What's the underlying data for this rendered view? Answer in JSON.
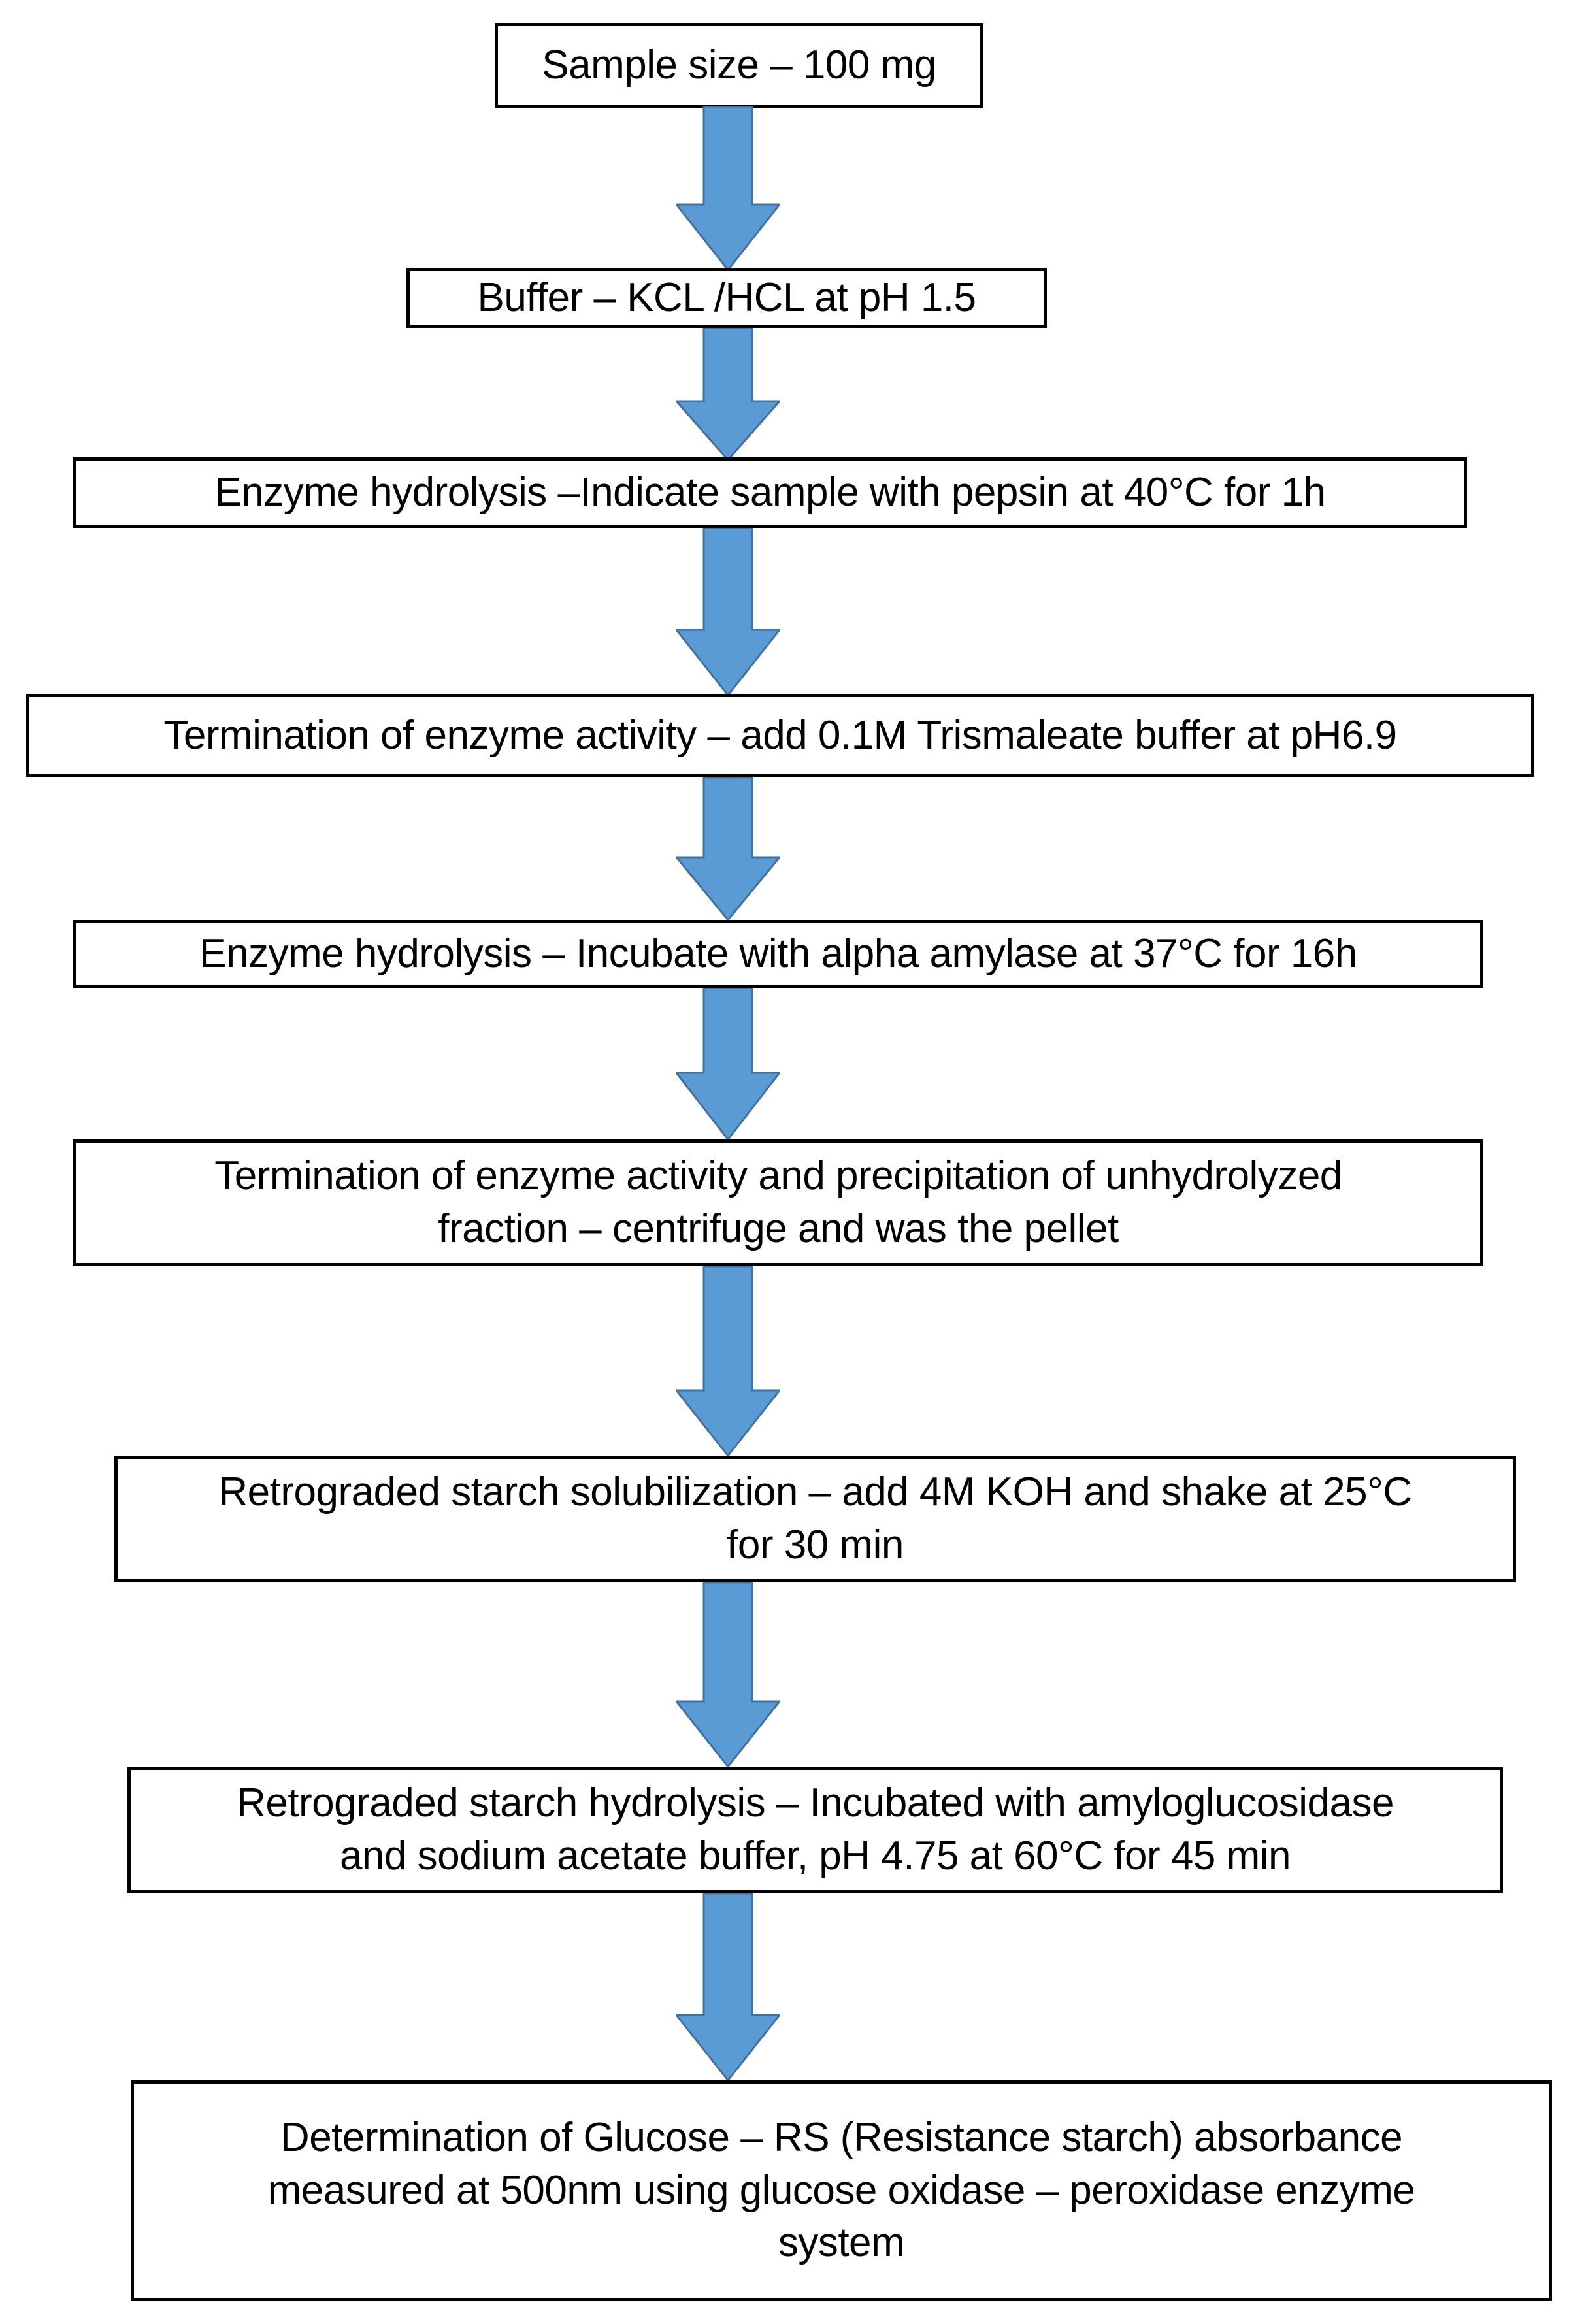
{
  "diagram": {
    "title": "Resistant starch determination procedure flowchart",
    "type": "vertical-flowchart",
    "accent_color": "#5B9BD5",
    "accent_edge_color": "#41719C",
    "box_border_color": "#000000",
    "background_color": "#FFFFFF",
    "text_color": "#000000",
    "steps": [
      {
        "id": "step-1",
        "name": "sample-size",
        "text": "Sample size – 100 mg",
        "lines": 1
      },
      {
        "id": "step-2",
        "name": "buffer",
        "text": "Buffer – KCL /HCL at pH 1.5",
        "lines": 1
      },
      {
        "id": "step-3",
        "name": "enzyme-hydrolysis-pepsin",
        "text": "Enzyme hydrolysis –Indicate sample with pepsin at 40°C for 1h",
        "lines": 1
      },
      {
        "id": "step-4",
        "name": "termination-trismaleate",
        "text": "Termination of enzyme activity – add 0.1M Trismaleate buffer at pH6.9",
        "lines": 1
      },
      {
        "id": "step-5",
        "name": "enzyme-hydrolysis-alpha-amylase",
        "text": "Enzyme hydrolysis – Incubate with alpha amylase at 37°C for 16h",
        "lines": 1
      },
      {
        "id": "step-6",
        "name": "termination-and-precipitation",
        "text": "Termination of enzyme activity and precipitation of unhydrolyzed\nfraction – centrifuge and was the pellet",
        "lines": 2
      },
      {
        "id": "step-7",
        "name": "retrograded-starch-solubilization",
        "text": "Retrograded starch solubilization – add 4M KOH and shake at 25°C\nfor 30 min",
        "lines": 2
      },
      {
        "id": "step-8",
        "name": "retrograded-starch-hydrolysis",
        "text": "Retrograded starch hydrolysis – Incubated with amyloglucosidase\nand sodium acetate buffer, pH 4.75 at 60°C for 45 min",
        "lines": 2
      },
      {
        "id": "step-9",
        "name": "determination-of-glucose",
        "text": "Determination of Glucose – RS (Resistance starch) absorbance\nmeasured at 500nm using glucose oxidase – peroxidase enzyme\nsystem",
        "lines": 3
      }
    ],
    "connectors": [
      {
        "id": "arrow-1",
        "from": "step-1",
        "to": "step-2"
      },
      {
        "id": "arrow-2",
        "from": "step-2",
        "to": "step-3"
      },
      {
        "id": "arrow-3",
        "from": "step-3",
        "to": "step-4"
      },
      {
        "id": "arrow-4",
        "from": "step-4",
        "to": "step-5"
      },
      {
        "id": "arrow-5",
        "from": "step-5",
        "to": "step-6"
      },
      {
        "id": "arrow-6",
        "from": "step-6",
        "to": "step-7"
      },
      {
        "id": "arrow-7",
        "from": "step-7",
        "to": "step-8"
      },
      {
        "id": "arrow-8",
        "from": "step-8",
        "to": "step-9"
      }
    ]
  }
}
